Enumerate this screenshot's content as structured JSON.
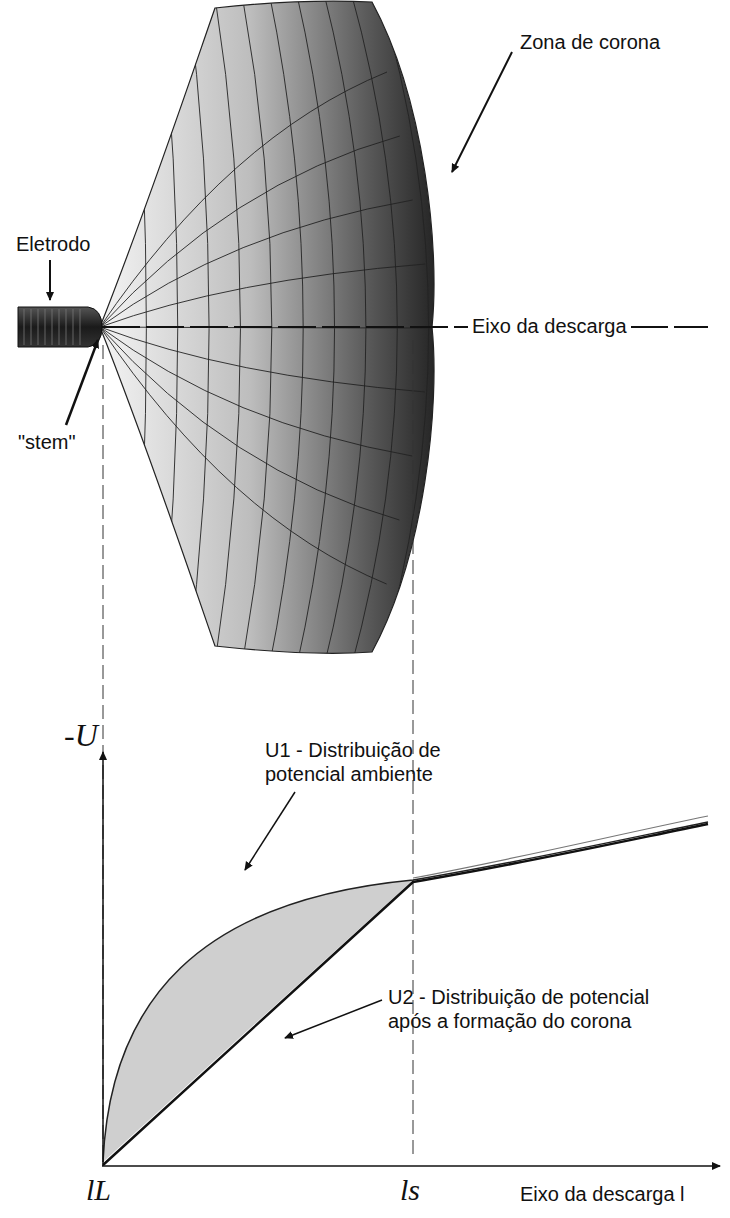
{
  "diagram": {
    "labels": [
      "Zona de corona",
      "Eletrodo",
      "Eixo da descarga",
      "\"stem\"",
      "-U",
      "U1 - Distribuição de potencial ambiente",
      "U2 - Distribuição de potencial após a formação do corona",
      "lL",
      "ls",
      "Eixo da descarga l"
    ]
  }
}
